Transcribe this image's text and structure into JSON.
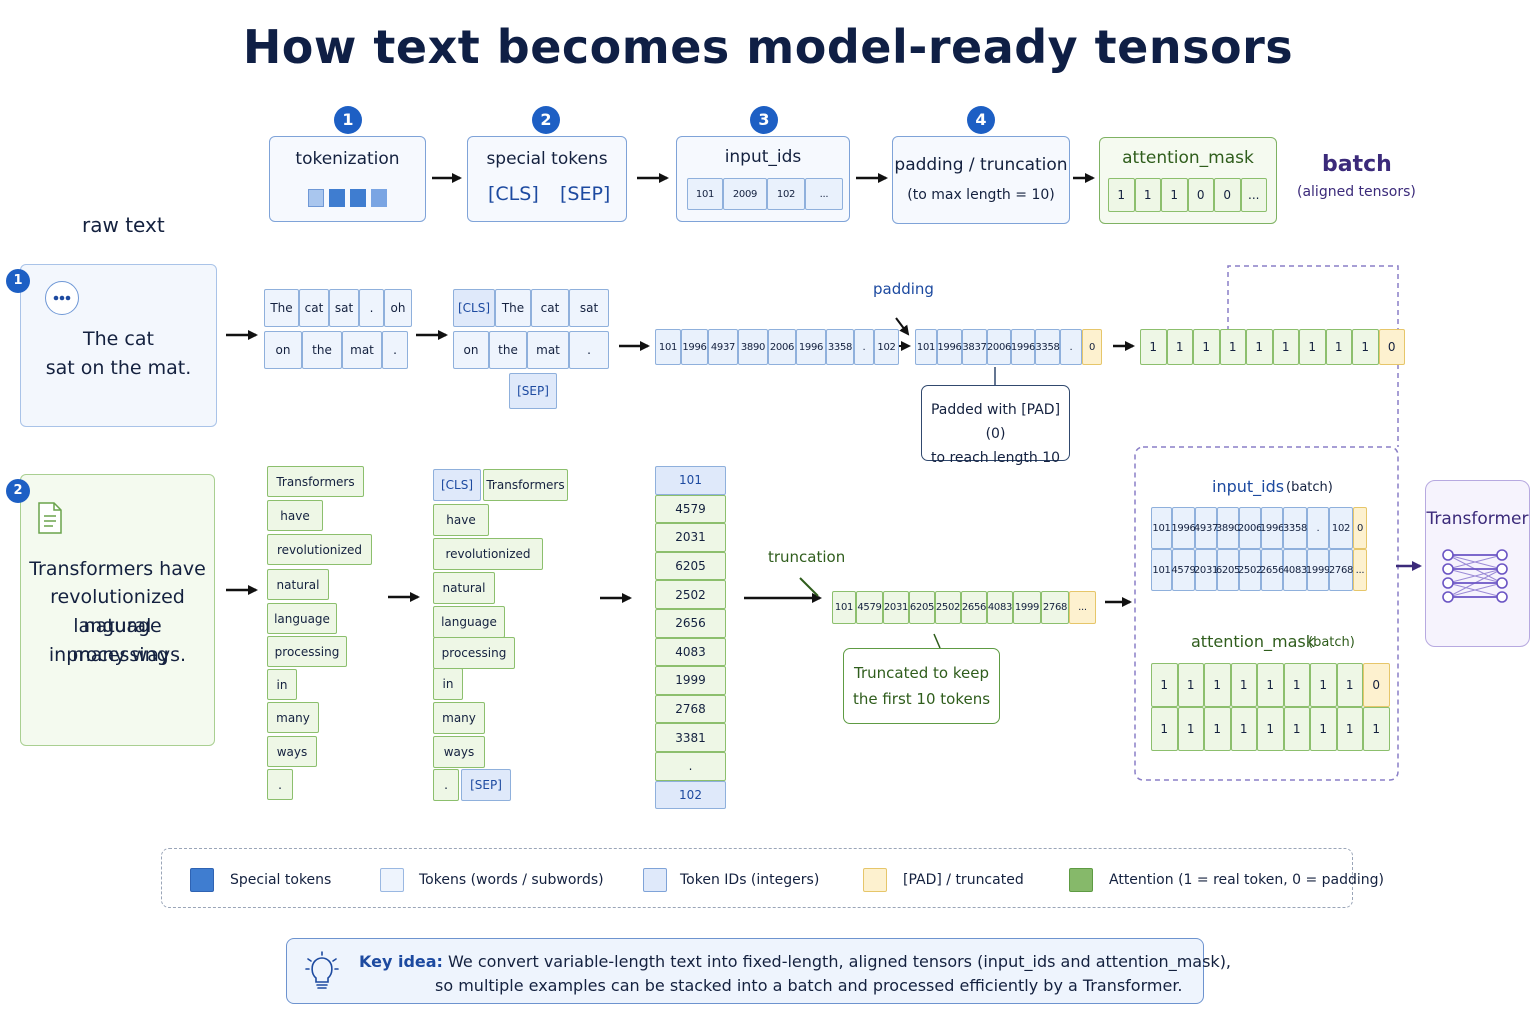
{
  "title": "How text becomes model-ready tensors",
  "pipeline": {
    "steps": [
      {
        "number": "1",
        "label": "tokenization"
      },
      {
        "number": "2",
        "label": "special tokens",
        "cls": "[CLS]",
        "sep": "[SEP]"
      },
      {
        "number": "3",
        "label": "input_ids",
        "values": [
          "101",
          "2009",
          "102",
          "..."
        ]
      },
      {
        "number": "4",
        "label": "padding / truncation",
        "sub": "(to max length = 10)"
      },
      {
        "label": "attention_mask",
        "values": [
          "1",
          "1",
          "1",
          "0",
          "0",
          "..."
        ]
      }
    ],
    "batch_label": "batch",
    "batch_sub": "(aligned tensors)"
  },
  "raw_text_label": "raw text",
  "example1": {
    "number": "1",
    "text_line1": "The cat",
    "text_line2": "sat on the mat.",
    "tokens_row1": [
      "The",
      "cat",
      "sat",
      ".",
      "oh"
    ],
    "tokens_row2": [
      "on",
      "the",
      "mat",
      "."
    ],
    "special_row1": [
      "[CLS]",
      "The",
      "cat",
      "sat"
    ],
    "special_row2": [
      "on",
      "the",
      "mat",
      "."
    ],
    "special_sep": "[SEP]",
    "ids": [
      "101",
      "1996",
      "4937",
      "3890",
      "2006",
      "1996",
      "3358",
      ".",
      "102"
    ],
    "padding_label": "padding",
    "padded_ids": [
      "101",
      "1996",
      "3837",
      "2006",
      "1996",
      "3358",
      ".",
      "0"
    ],
    "mask": [
      "1",
      "1",
      "1",
      "1",
      "1",
      "1",
      "1",
      "1",
      "1",
      "0"
    ],
    "pad_note_line1": "Padded with [PAD] (0)",
    "pad_note_line2": "to reach length 10"
  },
  "example2": {
    "number": "2",
    "text_lines": [
      "Transformers have",
      "revolutionized natural",
      "language processing",
      "in many ways."
    ],
    "tokens": [
      "Transformers",
      "have",
      "revolutionized",
      "natural",
      "language",
      "processing",
      "in",
      "many",
      "ways",
      "."
    ],
    "special_cls": "[CLS]",
    "special_tokens": [
      "Transformers",
      "have",
      "revolutionized",
      "natural",
      "language",
      "processing",
      "in",
      "many",
      "ways",
      "."
    ],
    "special_sep": "[SEP]",
    "ids": [
      "101",
      "4579",
      "2031",
      "6205",
      "2502",
      "2656",
      "4083",
      "1999",
      "2768",
      "3381",
      ".",
      "102"
    ],
    "truncation_label": "truncation",
    "truncated_ids": [
      "101",
      "4579",
      "2031",
      "6205",
      "2502",
      "2656",
      "4083",
      "1999",
      "2768",
      "..."
    ],
    "trunc_note_line1": "Truncated to keep",
    "trunc_note_line2": "the first 10 tokens"
  },
  "batch": {
    "input_ids_label": "input_ids",
    "input_ids_sub": "(batch)",
    "row1": [
      "101",
      "1996",
      "4937",
      "3890",
      "2006",
      "1996",
      "3358",
      ".",
      "102",
      "0"
    ],
    "row2": [
      "101",
      "4579",
      "2031",
      "6205",
      "2502",
      "2656",
      "4083",
      "1999",
      "2768",
      "..."
    ],
    "mask_label": "attention_mask",
    "mask_sub": "(batch)",
    "mask_row1": [
      "1",
      "1",
      "1",
      "1",
      "1",
      "1",
      "1",
      "1",
      "0"
    ],
    "mask_row2": [
      "1",
      "1",
      "1",
      "1",
      "1",
      "1",
      "1",
      "1",
      "1"
    ]
  },
  "transformer_label": "Transformer",
  "legend": {
    "items": [
      {
        "label": "Special tokens",
        "color": "#3f7dd0"
      },
      {
        "label": "Tokens (words / subwords)",
        "color": "#eef4fd"
      },
      {
        "label": "Token IDs (integers)",
        "color": "#dfe9fa"
      },
      {
        "label": "[PAD] / truncated",
        "color": "#fdf1cf"
      },
      {
        "label": "Attention (1 = real token, 0 = padding)",
        "color": "#86b96a"
      }
    ]
  },
  "key_idea": {
    "bold": "Key idea:",
    "line1": "We convert variable-length text into fixed-length, aligned tensors (input_ids and attention_mask),",
    "line2": "so multiple examples can be stacked into a batch and processed efficiently by a Transformer."
  }
}
